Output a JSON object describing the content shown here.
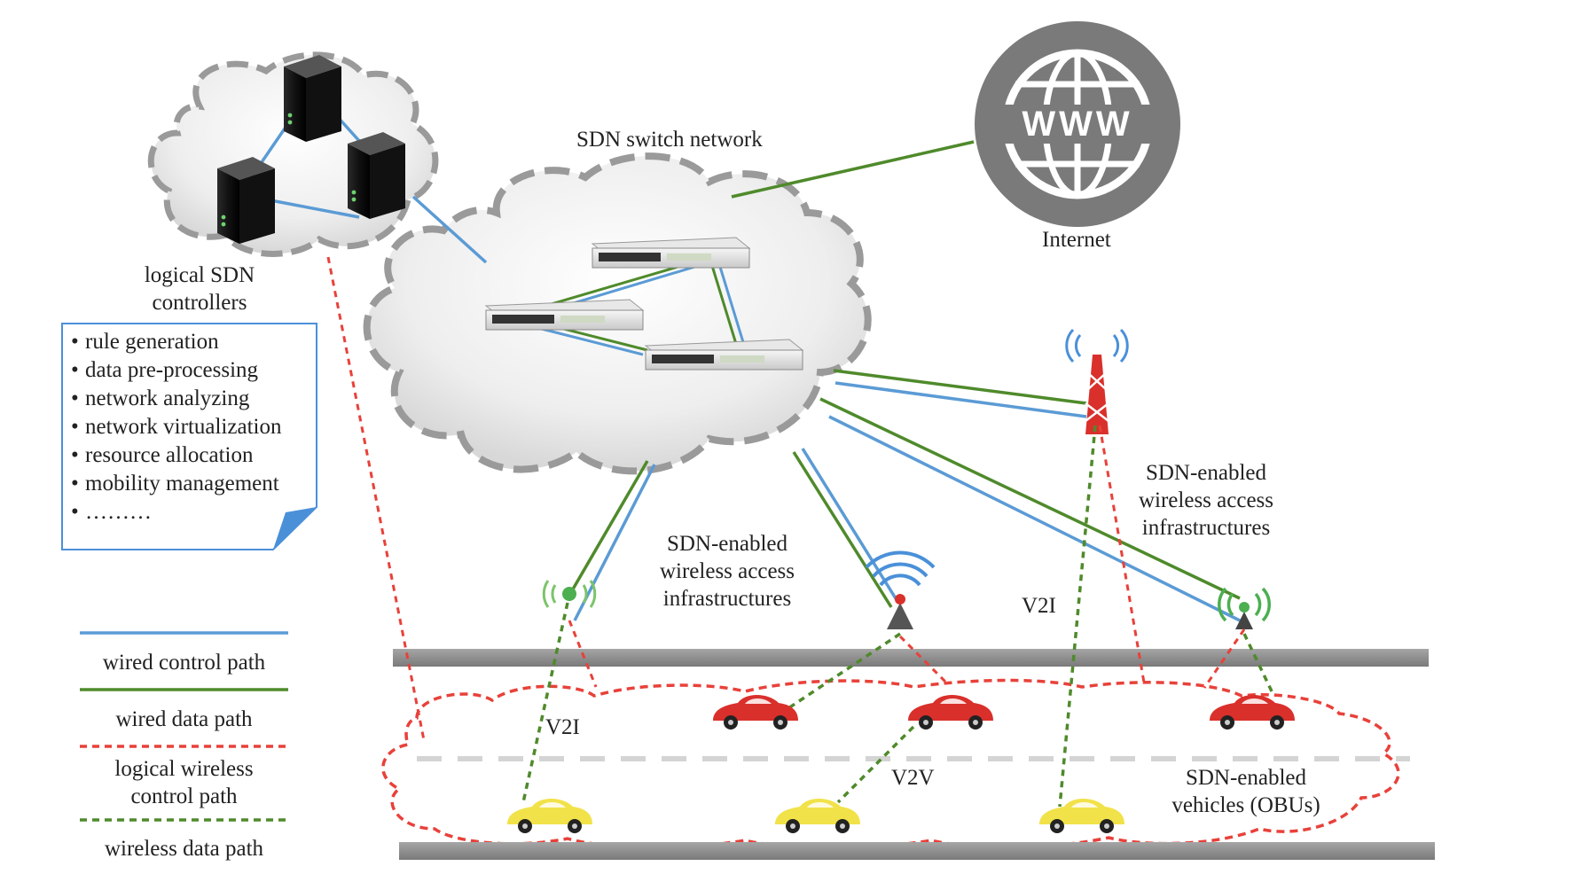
{
  "labels": {
    "switch_network": "SDN switch network",
    "internet": "Internet",
    "controllers": [
      "logical SDN",
      "controllers"
    ],
    "infra_center": [
      "SDN-enabled",
      "wireless access",
      "infrastructures"
    ],
    "infra_right": [
      "SDN-enabled",
      "wireless access",
      "infrastructures"
    ],
    "v2i_left": "V2I",
    "v2i_right": "V2I",
    "v2v": "V2V",
    "vehicles": [
      "SDN-enabled",
      "vehicles (OBUs)"
    ],
    "www": "WWW"
  },
  "controller_functions": [
    "rule generation",
    "data pre-processing",
    "network analyzing",
    "network virtualization",
    "resource allocation",
    "mobility management",
    "………"
  ],
  "legend": [
    {
      "label": [
        "wired control path"
      ],
      "color": "#5b9bd5",
      "style": "solid"
    },
    {
      "label": [
        "wired data path"
      ],
      "color": "#4f8a2b",
      "style": "solid"
    },
    {
      "label": [
        "logical wireless",
        "control path"
      ],
      "color": "#e8413a",
      "style": "dashed"
    },
    {
      "label": [
        "wireless data path"
      ],
      "color": "#4f8a2b",
      "style": "dashed"
    }
  ],
  "colors": {
    "wired_control": "#5b9bd5",
    "wired_data": "#4f8a2b",
    "wireless_control": "#e8413a",
    "wireless_data": "#4f8a2b",
    "road": "#8c8c8c",
    "car_red": "#d9302c",
    "car_yellow": "#f1e24a"
  }
}
